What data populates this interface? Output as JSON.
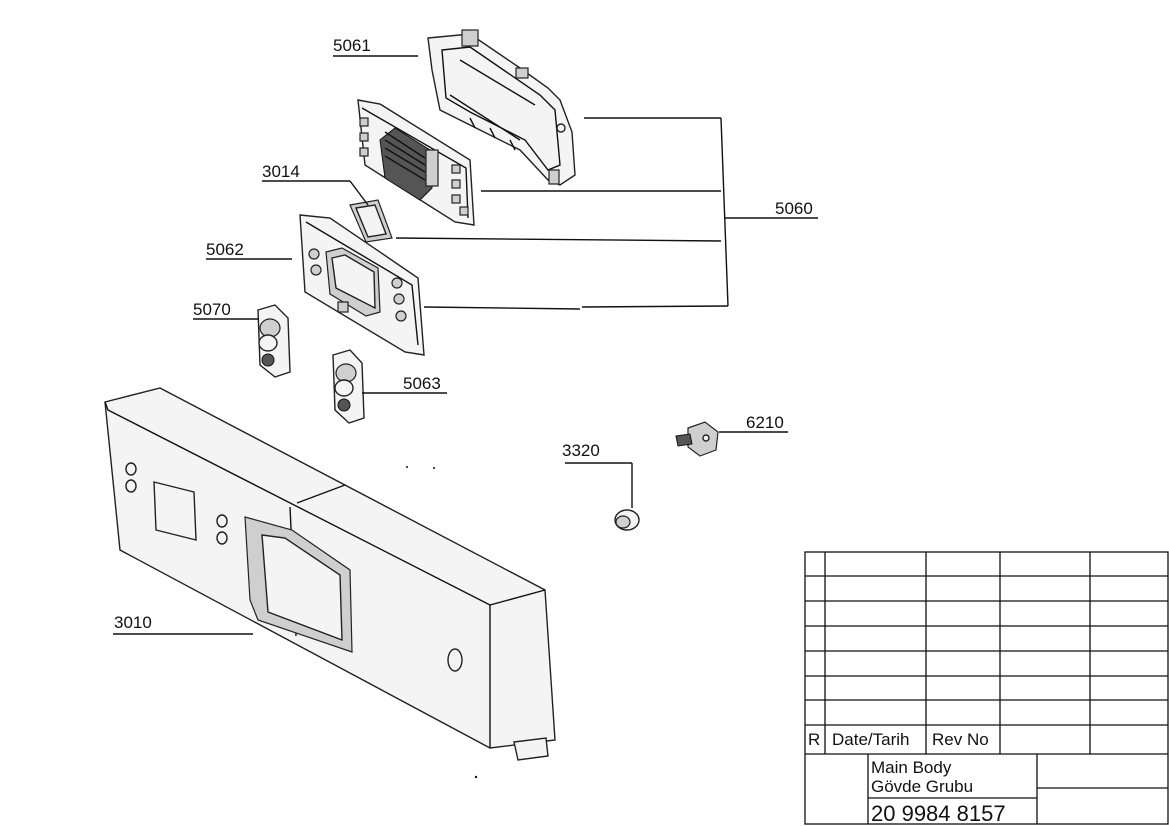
{
  "parts": [
    {
      "id": "5061",
      "label": "5061"
    },
    {
      "id": "3014",
      "label": "3014"
    },
    {
      "id": "5062",
      "label": "5062"
    },
    {
      "id": "5070",
      "label": "5070"
    },
    {
      "id": "5063",
      "label": "5063"
    },
    {
      "id": "5060",
      "label": "5060"
    },
    {
      "id": "6210",
      "label": "6210"
    },
    {
      "id": "3320",
      "label": "3320"
    },
    {
      "id": "3010",
      "label": "3010"
    }
  ],
  "title_block": {
    "rev_header": {
      "r": "R",
      "date": "Date/Tarih",
      "rev_no": "Rev No"
    },
    "title_line1": "Main Body",
    "title_line2": "Gövde Grubu",
    "drawing_number": "20 9984 8157"
  }
}
